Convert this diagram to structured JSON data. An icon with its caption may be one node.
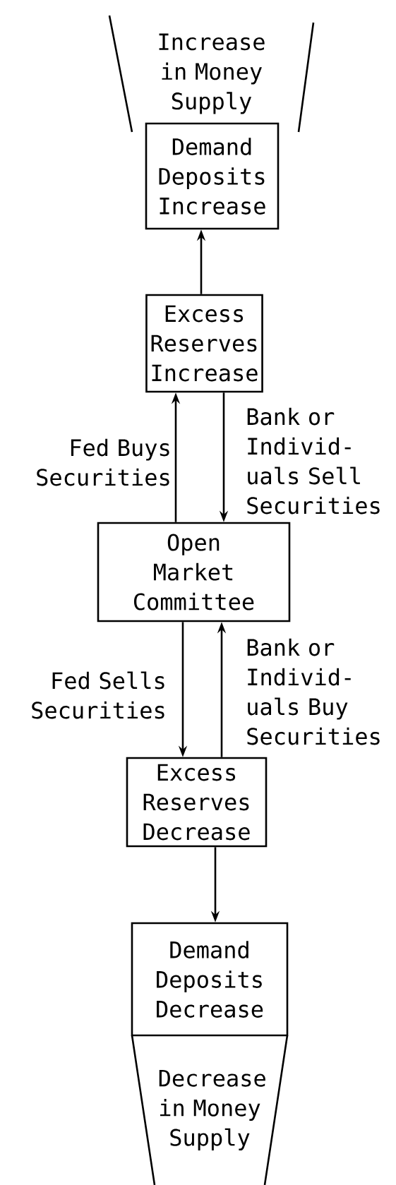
{
  "diagram": {
    "nodes": [
      {
        "text": [
          "Increase in Money Supply"
        ]
      },
      {
        "text": [
          "Demand Deposits Increase"
        ]
      },
      {
        "text": [
          "Excess Reserves Increase"
        ]
      },
      {
        "text": [
          "Open Market Committee"
        ]
      },
      {
        "text": [
          "Excess Reserves Decrease"
        ]
      },
      {
        "text": [
          "Demand Deposits Decrease"
        ]
      },
      {
        "text": [
          "Decrease in Money Supply"
        ]
      }
    ],
    "edges": [
      {
        "from": 2,
        "to": 1,
        "arrow": "to"
      },
      {
        "from": 3,
        "to": 2,
        "arrow": "to",
        "label": "Fed Buys Securities"
      },
      {
        "from": 2,
        "to": 3,
        "arrow": "to",
        "label": "Bank or Individ- uals Sell Securities"
      },
      {
        "from": 3,
        "to": 4,
        "arrow": "to",
        "label": "Fed Sells Securities"
      },
      {
        "from": 4,
        "to": 3,
        "arrow": "to",
        "label": "Bank or Individ- uals Buy Securities"
      },
      {
        "from": 4,
        "to": 5,
        "arrow": "to"
      }
    ]
  }
}
